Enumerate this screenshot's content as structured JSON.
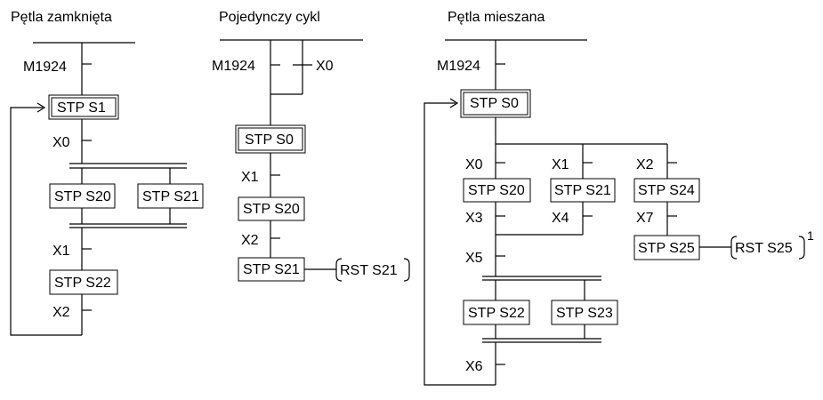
{
  "sections": [
    {
      "title": "Pętla zamknięta"
    },
    {
      "title": "Pojedynczy cykl"
    },
    {
      "title": "Pętla mieszana"
    }
  ],
  "closed_loop": {
    "contact_start": "M1924",
    "step_initial": "STP S1",
    "contact_x0": "X0",
    "step_a": "STP S20",
    "step_b": "STP S21",
    "contact_x1": "X1",
    "step_c": "STP S22",
    "contact_x2": "X2"
  },
  "single_cycle": {
    "contact_start": "M1924",
    "contact_x0": "X0",
    "step_initial": "STP S0",
    "contact_x1": "X1",
    "step_a": "STP S20",
    "contact_x2": "X2",
    "step_b": "STP S21",
    "reset_label": "RST S21"
  },
  "mixed_loop": {
    "contact_start": "M1924",
    "step_initial": "STP S0",
    "contact_x0": "X0",
    "contact_x1": "X1",
    "contact_x2": "X2",
    "step_s20": "STP S20",
    "step_s21": "STP S21",
    "step_s24": "STP S24",
    "contact_x3": "X3",
    "contact_x4": "X4",
    "contact_x7": "X7",
    "step_s25": "STP S25",
    "reset_label": "RST S25",
    "footnote": "1",
    "contact_x5": "X5",
    "step_s22": "STP S22",
    "step_s23": "STP S23",
    "contact_x6": "X6"
  }
}
